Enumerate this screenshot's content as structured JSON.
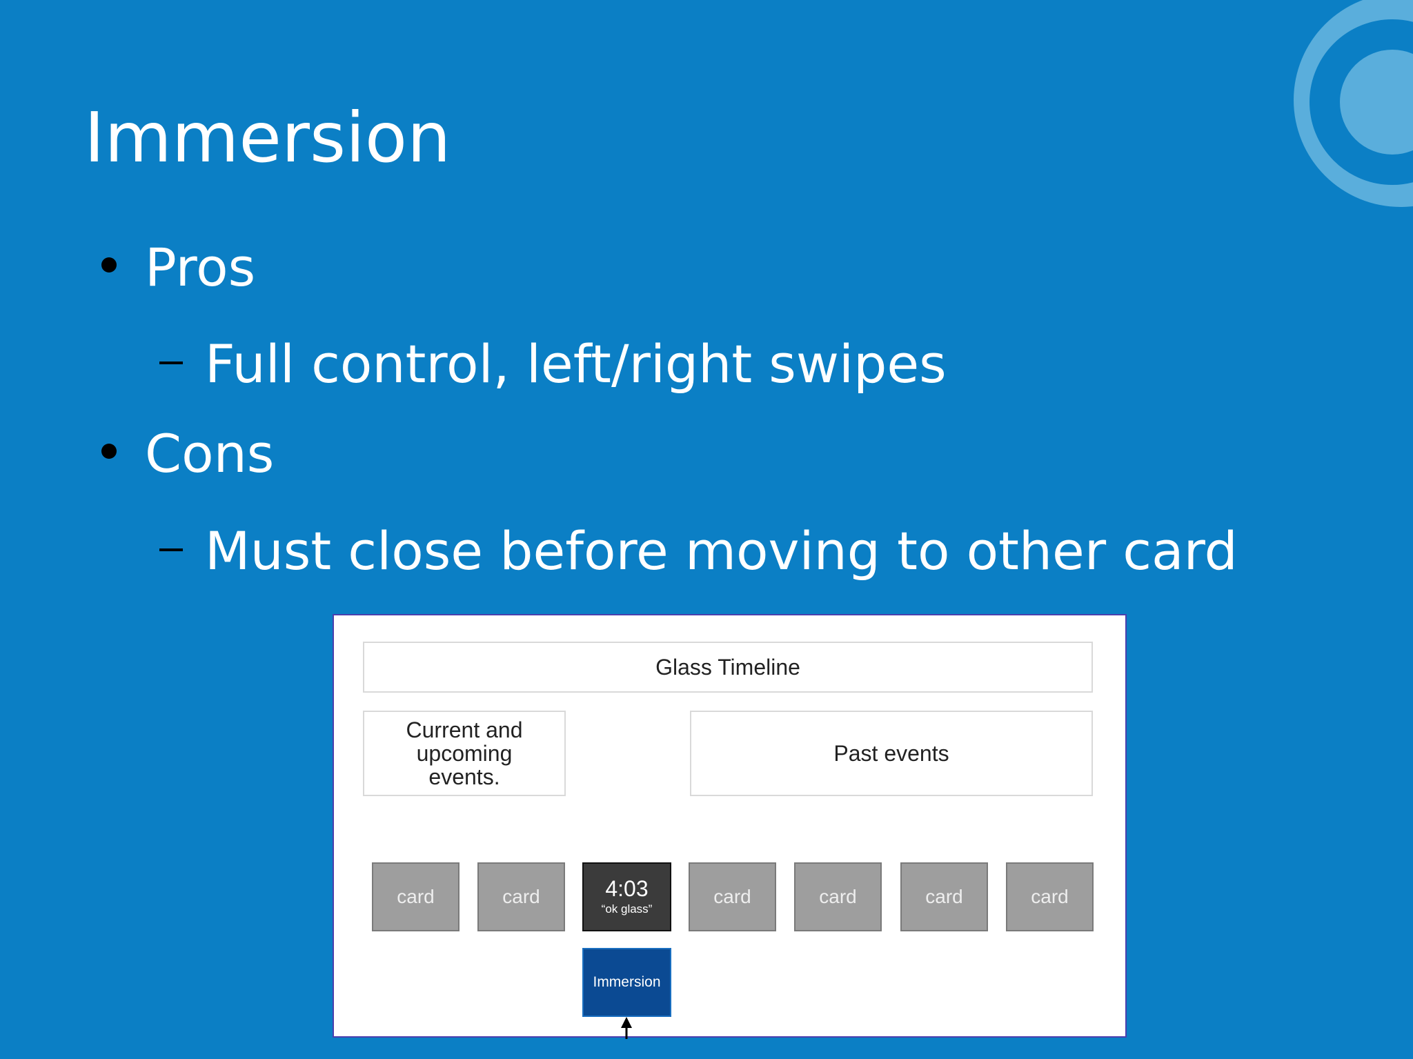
{
  "slide": {
    "title": "Immersion",
    "bullets": [
      {
        "label": "Pros",
        "sub": "Full control, left/right swipes"
      },
      {
        "label": "Cons",
        "sub": "Must close before moving to other card"
      }
    ]
  },
  "diagram": {
    "timeline_label": "Glass Timeline",
    "current_label_lines": [
      "Current and",
      "upcoming",
      "events."
    ],
    "past_label": "Past events",
    "cards": [
      "card",
      "card",
      "card",
      "card",
      "card",
      "card"
    ],
    "clock_card": {
      "time": "4:03",
      "subtitle": "“ok glass”"
    },
    "immersion_label": "Immersion"
  },
  "colors": {
    "background": "#0b7fc5",
    "logo": "#5aaedc",
    "immersion": "#0b4a93",
    "card": "#9e9e9e",
    "clock_card": "#3b3b3b"
  },
  "icons": {
    "logo": "ten-logo-icon",
    "arrow": "up-arrow-icon"
  }
}
